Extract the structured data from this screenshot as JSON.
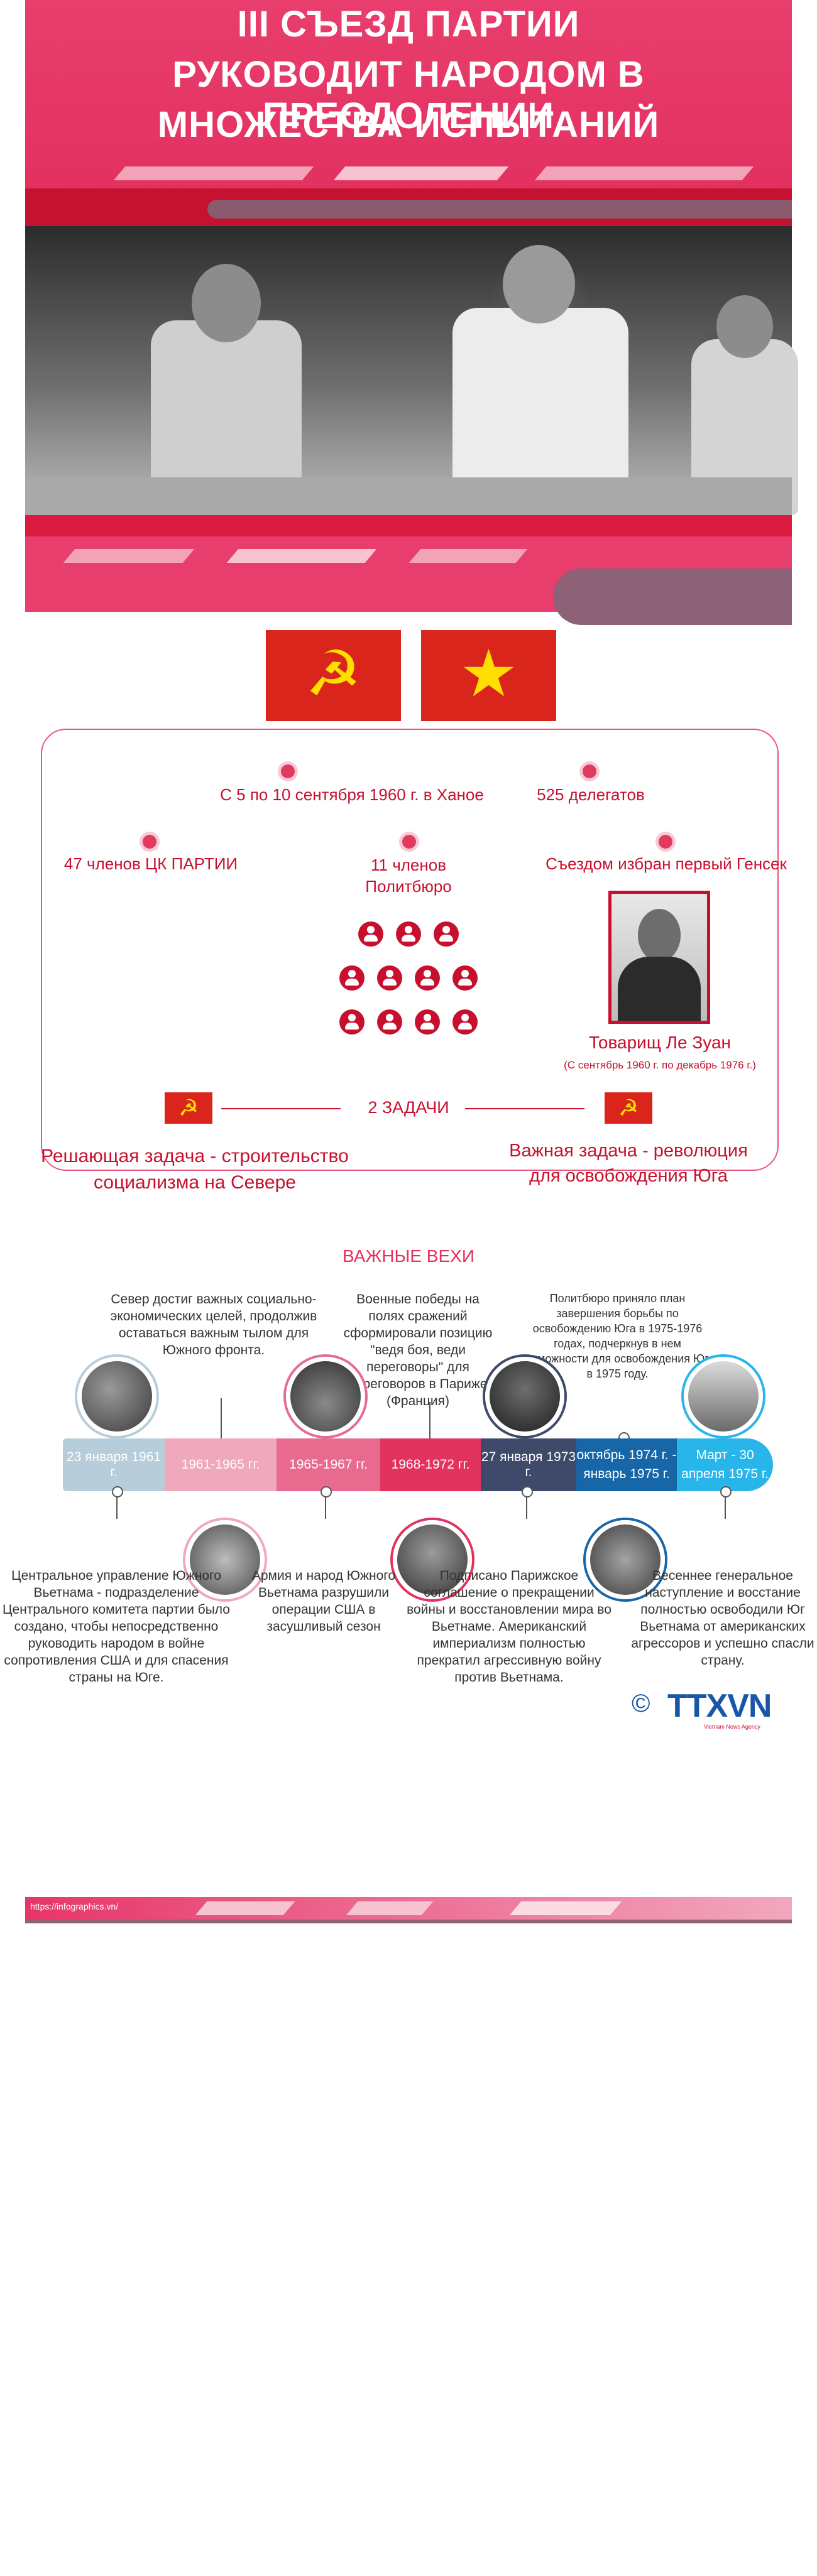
{
  "header": {
    "title_lines": [
      "III СЪЕЗД ПАРТИИ",
      "РУКОВОДИТ НАРОДОМ В ПРЕОДОЛЕНИИ",
      "МНОЖЕСТВА ИСПЫТАНИЙ"
    ]
  },
  "flags": {
    "party_flag_symbol": "☭",
    "vietnam_flag_symbol": "★"
  },
  "facts": {
    "dates": "С 5 по 10 сентября 1960 г. в Ханое",
    "delegates": "525 делегатов",
    "central_committee": "47 членов ЦК ПАРТИИ",
    "politburo_line1": "11 членов",
    "politburo_line2": "Политбюро",
    "secretary_heading": "Съездом избран первый Генсек",
    "secretary_name": "Товарищ Ле Зуан",
    "secretary_term": "(С сентябрь 1960 г. по декабрь 1976 г.)",
    "tasks_heading": "2 ЗАДАЧИ",
    "task_north_line1": "Решающая задача - строительство",
    "task_north_line2": "социализма на Севере",
    "task_south_line1": "Важная задача - революция",
    "task_south_line2": "для освобождения Юга"
  },
  "milestones": {
    "heading": "ВАЖНЫЕ ВЕХИ",
    "segments": [
      {
        "label": "23 января 1961 г.",
        "color": "#b7cdd9"
      },
      {
        "label": "1961-1965 гг.",
        "color": "#f0a8bc"
      },
      {
        "label": "1965-1967 гг.",
        "color": "#e96a8f"
      },
      {
        "label": "1968-1972 гг.",
        "color": "#e2335f"
      },
      {
        "label": "27 января 1973 г.",
        "color": "#3f4a6b"
      },
      {
        "label": "октябрь 1974 г. - январь 1975 г.",
        "color": "#1766a8"
      },
      {
        "label": "Март - 30 апреля 1975 г.",
        "color": "#27b5ea"
      }
    ],
    "texts": {
      "t1": "Центральное управление Южного Вьетнама - подразделение Центрального комитета партии было создано, чтобы непосредственно руководить народом в войне сопротивления США и для спасения страны на Юге.",
      "t2": "Север достиг важных социально-экономических целей, продолжив оставаться важным тылом для Южного фронта.",
      "t3": "Армия и народ Южного Вьетнама разрушили операции США в засушливый сезон",
      "t4": "Военные победы на полях сражений сформировали позицию \"ведя боя, веди переговоры\" для переговоров в Париже (Франция)",
      "t5": "Подписано Парижское соглашение о прекращении войны и восстановлении мира во Вьетнаме. Американский империализм полностью прекратил агрессивную войну против Вьетнама.",
      "t6": "Политбюро приняло план завершения борьбы по освобождению Юга в 1975-1976 годах, подчеркнув в нем возможности для освобождения Юга в 1975 году.",
      "t7": "Весеннее генеральное наступление и восстание полностью освободили Юг Вьетнама от американских агрессоров и успешно спасли страну."
    }
  },
  "logo": {
    "copyright": "©",
    "text": "TTXVN",
    "subtext": "Vietnam News Agency"
  },
  "footer": {
    "url": "https://infographics.vn/"
  }
}
